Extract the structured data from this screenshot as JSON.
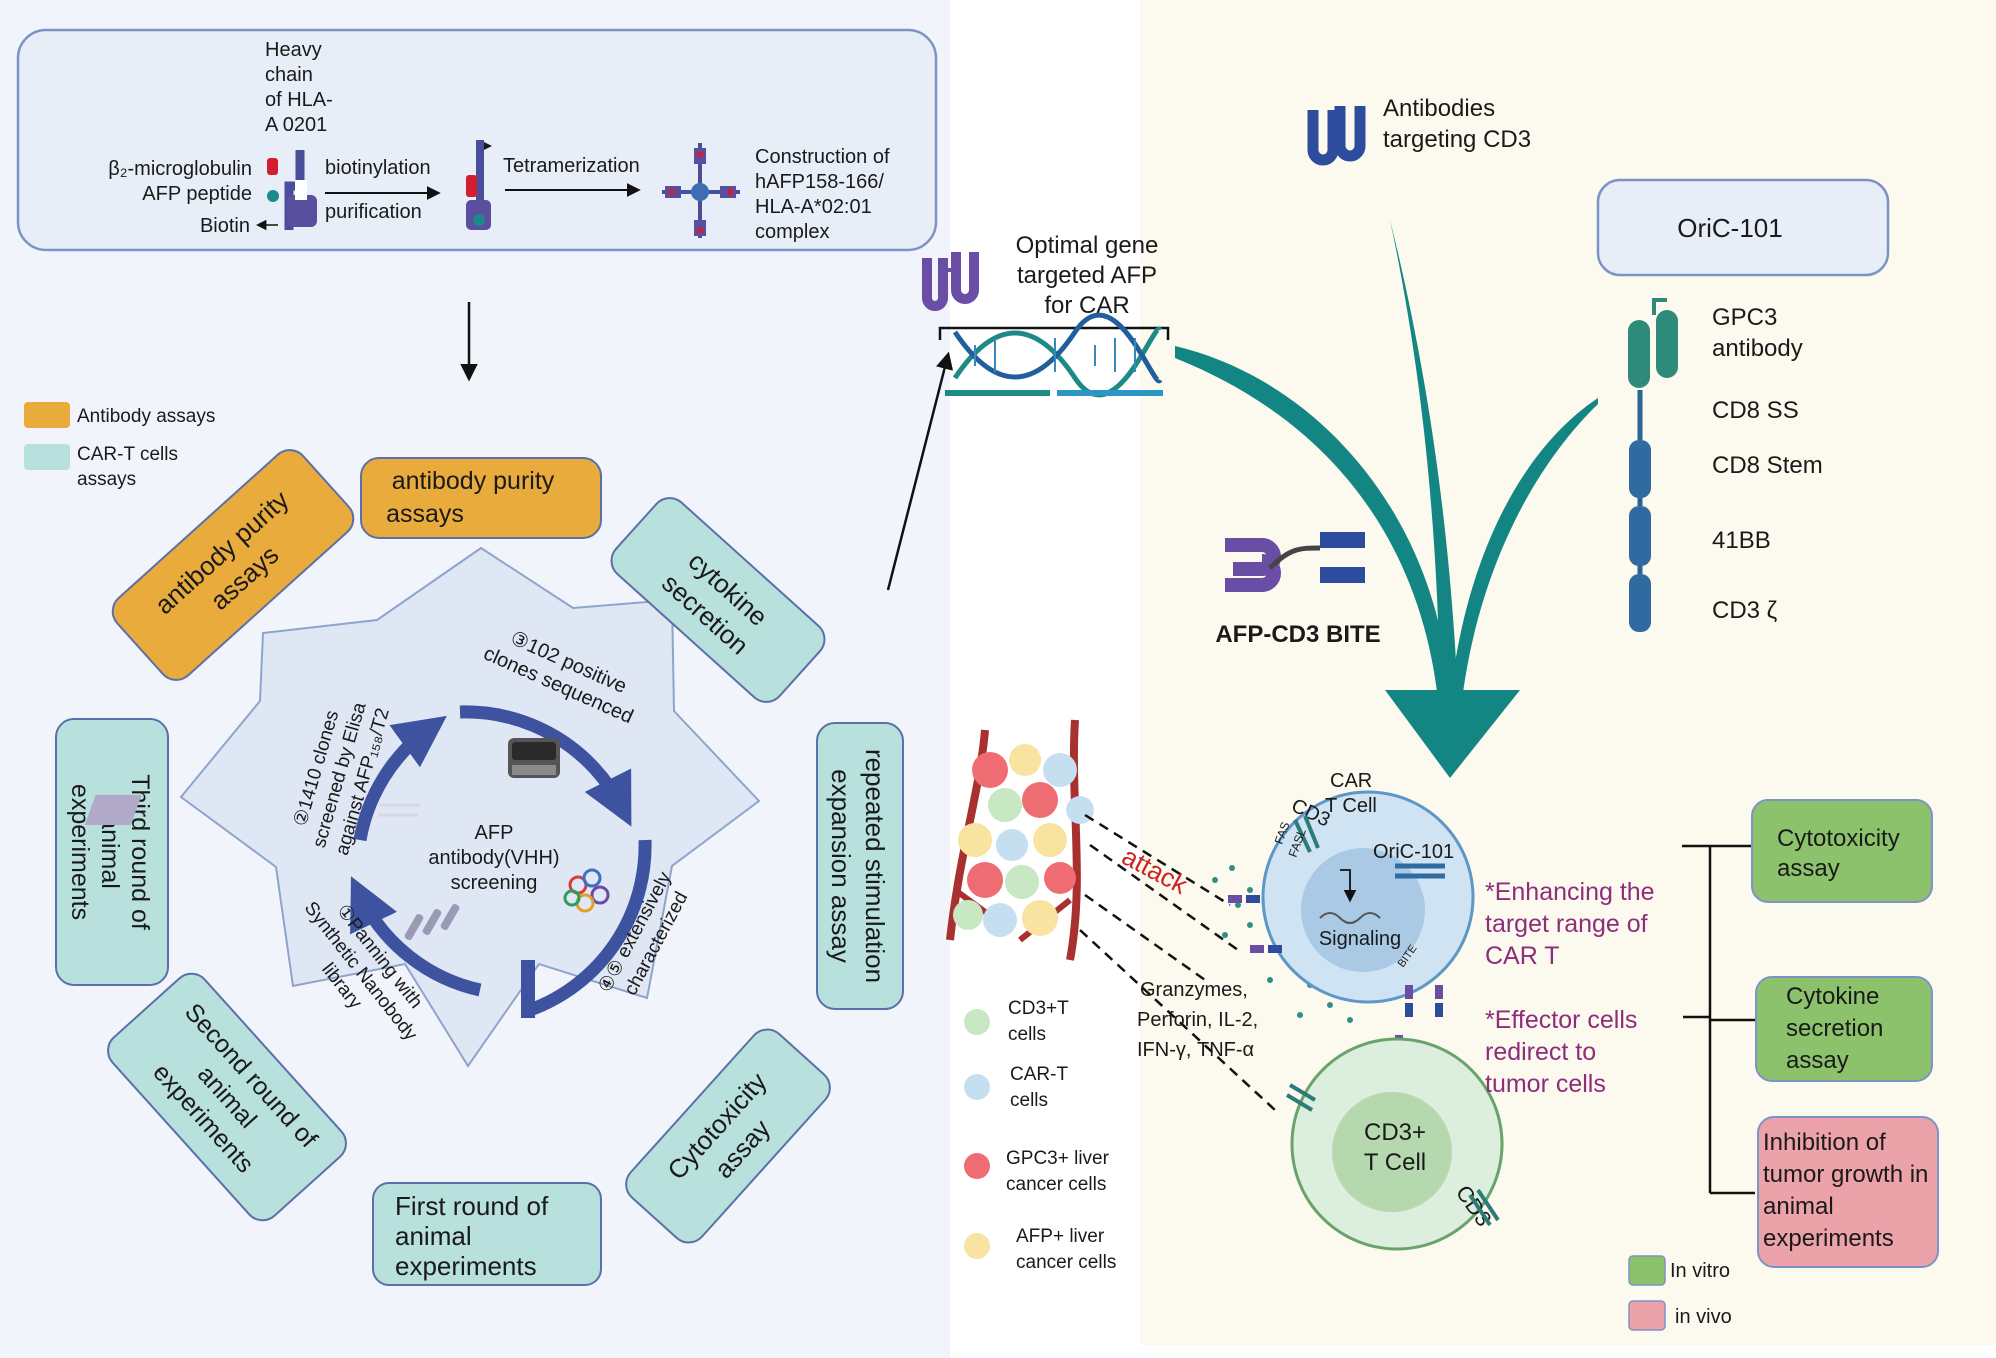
{
  "workflow": {
    "complex_labels": {
      "heavy_chain": [
        "Heavy",
        "chain",
        "of HLA-",
        "A 0201"
      ],
      "b2m": "β₂-microglobulin",
      "afp_peptide": "AFP peptide",
      "biotin": "Biotin",
      "biotinylation": "biotinylation",
      "purification": "purification",
      "tetramerization": "Tetramerization",
      "construction": [
        "Construction of",
        "hAFP158-166/",
        "HLA-A*02:01",
        "complex"
      ]
    },
    "legend": {
      "antibody_assays": "Antibody assays",
      "cart_assays": [
        "CAR-T cells",
        "assays"
      ],
      "colors": {
        "antibody": "#e8ab3c",
        "cart": "#b8e0dc"
      }
    },
    "assays": {
      "top": [
        "antibody purity",
        "assays"
      ],
      "upper_left": [
        "antibody purity",
        "assays"
      ],
      "upper_right": [
        "cytokine",
        "secretion"
      ],
      "right": [
        "repeated stimulation",
        "expansion assay"
      ],
      "lower_right": [
        "Cytotoxicity",
        "assay"
      ],
      "bottom": [
        "First round of",
        "animal",
        "experiments"
      ],
      "lower_left": [
        "Second round of",
        "animal",
        "experiments"
      ],
      "left": [
        "Third round of",
        "animal",
        "experiments"
      ]
    },
    "screening": {
      "center": [
        "AFP",
        "antibody(VHH)",
        "screening"
      ],
      "step1": [
        "①Panning with",
        "Synthetic Nanobody",
        "library"
      ],
      "step2": [
        "②1410 clones",
        "screened by Elisa",
        "against AFP₁₅₈/T2"
      ],
      "step3": [
        "③102 positive",
        "clones sequenced"
      ],
      "step45": [
        "④⑤ extensively",
        "characterized"
      ]
    }
  },
  "mechanism": {
    "antibodies_cd3": [
      "Antibodies",
      "targeting CD3"
    ],
    "optimal_gene": [
      "Optimal gene",
      "targeted AFP",
      "for CAR"
    ],
    "oric_box": "OriC-101",
    "car_domains": [
      "GPC3",
      "antibody",
      "CD8 SS",
      "CD8 Stem",
      "41BB",
      "CD3 ζ"
    ],
    "bite": "AFP-CD3 BITE",
    "car_t_cell": [
      "CAR",
      "T Cell"
    ],
    "car_cd3": "CD3",
    "car_oric": "OriC-101",
    "fas": "FAS",
    "fasl": "FASL",
    "bite_small": "BITE",
    "signaling": "Signaling",
    "attack": "attack",
    "cytokines": [
      "Granzymes,",
      "Perforin, IL-2,",
      "IFN-γ, TNF-α"
    ],
    "cd3t_cell": [
      "CD3+",
      "T Cell"
    ],
    "cd3t_cd3": "CD3",
    "enhance": [
      "*Enhancing the",
      "target range of",
      "CAR T"
    ],
    "redirect": [
      "*Effector cells",
      "redirect to",
      "tumor cells"
    ],
    "cell_legend": [
      {
        "lines": [
          "CD3+T",
          "cells"
        ],
        "color": "#c7e8c2"
      },
      {
        "lines": [
          "CAR-T",
          "cells"
        ],
        "color": "#c5dff0"
      },
      {
        "lines": [
          "GPC3+ liver",
          "cancer cells"
        ],
        "color": "#ef6d72"
      },
      {
        "lines": [
          "AFP+ liver",
          "cancer cells"
        ],
        "color": "#f8e3a0"
      }
    ],
    "outcomes": {
      "cytotoxicity": [
        "Cytotoxicity",
        "assay"
      ],
      "cytokine": [
        "Cytokine",
        "secretion",
        "assay"
      ],
      "inhibition": [
        "Inhibition of",
        "tumor growth in",
        "animal",
        "experiments"
      ]
    },
    "outcome_legend": {
      "in_vitro": "In vitro",
      "in_vivo": "in vivo",
      "colors": {
        "in_vitro": "#8cc26c",
        "in_vivo": "#eba2a8"
      }
    }
  }
}
